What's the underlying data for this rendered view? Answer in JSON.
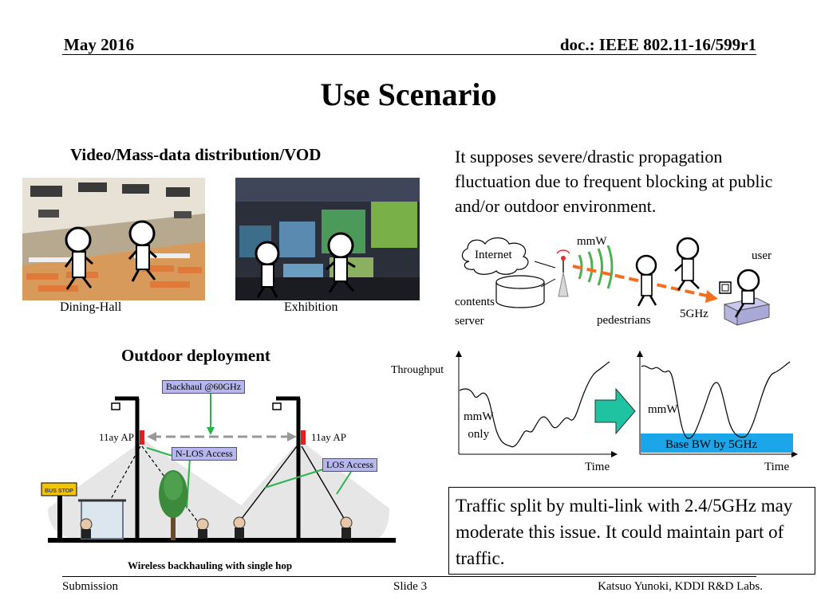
{
  "header": {
    "date": "May 2016",
    "doc": "doc.: IEEE 802.11-16/599r1"
  },
  "title": "Use Scenario",
  "left_top": {
    "heading": "Video/Mass-data distribution/VOD",
    "photo1_caption": "Dining-Hall",
    "photo2_caption": "Exhibition"
  },
  "right_top": {
    "paragraph": "It supposes severe/drastic propagation fluctuation due to frequent blocking at public and/or outdoor environment.",
    "diagram": {
      "internet": "Internet",
      "mmw": "mmW",
      "user": "user",
      "contents_server": "contents\nserver",
      "pedestrians": "pedestrians",
      "ghz5": "5GHz"
    }
  },
  "outdoor": {
    "heading": "Outdoor deployment",
    "backhaul": "Backhaul @60GHz",
    "ap_left": "11ay AP",
    "ap_right": "11ay AP",
    "nlos": "N-LOS Access",
    "los": "LOS Access",
    "bus_stop": "BUS STOP",
    "caption": "Wireless backhauling with single hop"
  },
  "throughput": {
    "ylabel": "Throughput",
    "left_label": "mmW\nonly",
    "right_label": "mmW",
    "base_bw": "Base BW by 5GHz",
    "xlabel_left": "Time",
    "xlabel_right": "Time"
  },
  "traffic_box": "Traffic split by multi-link with 2.4/5GHz may moderate this issue. It could maintain part of traffic.",
  "footer": {
    "left": "Submission",
    "center": "Slide 3",
    "right": "Katsuo Yunoki, KDDI R&D Labs."
  }
}
